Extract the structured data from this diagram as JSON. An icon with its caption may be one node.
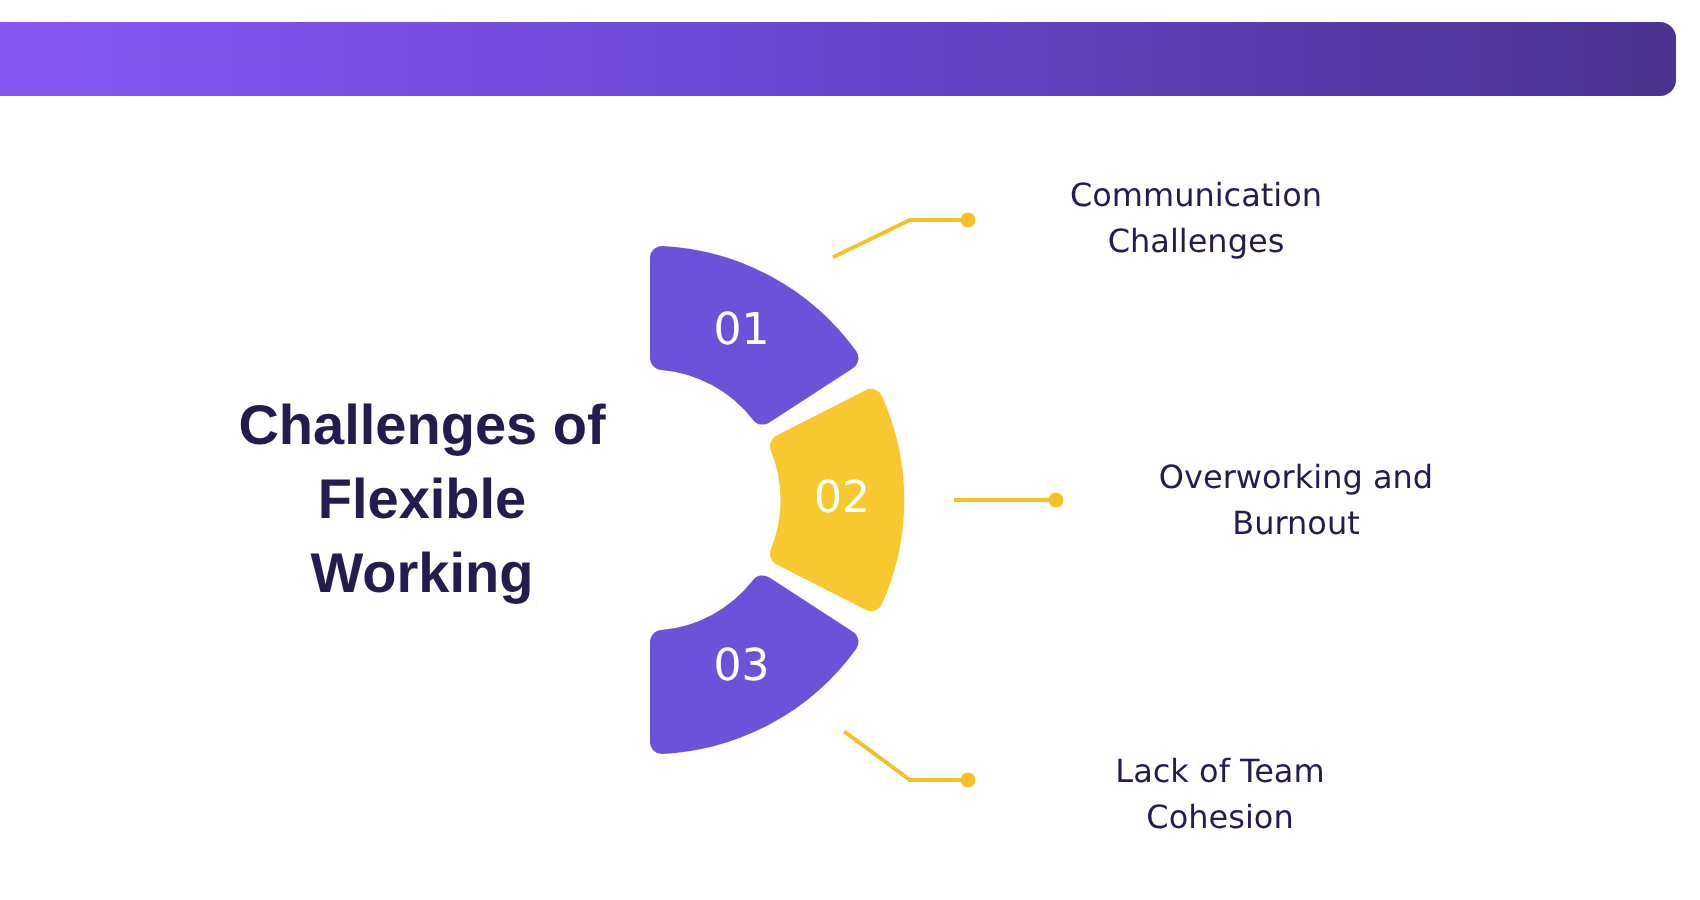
{
  "diagram": {
    "title": "Challenges of Flexible Working",
    "nodes": [
      {
        "text": [
          "01"
        ]
      },
      {
        "text": [
          "02"
        ]
      },
      {
        "text": [
          "03"
        ]
      },
      {
        "text": [
          "Communication Challenges"
        ]
      },
      {
        "text": [
          "Overworking and Burnout"
        ]
      },
      {
        "text": [
          "Lack of Team Cohesion"
        ]
      }
    ],
    "edges": [
      {
        "from": 0,
        "to": 3,
        "arrow": "other"
      },
      {
        "from": 1,
        "to": 4,
        "arrow": "other"
      },
      {
        "from": 2,
        "to": 5,
        "arrow": "other"
      }
    ]
  }
}
